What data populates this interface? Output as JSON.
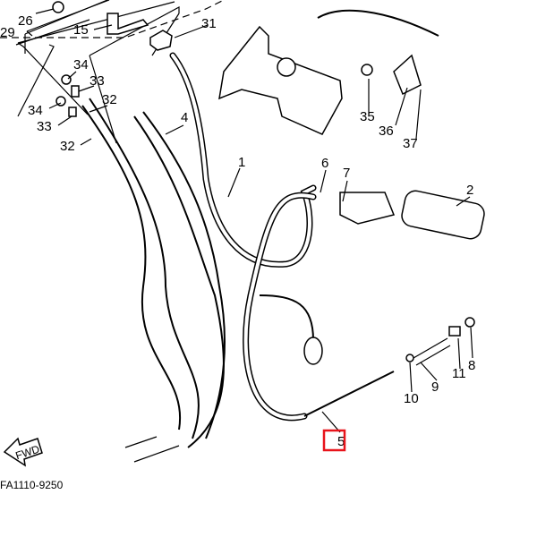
{
  "diagram": {
    "callouts": {
      "p26": "26",
      "p29": "29",
      "p15": "15",
      "p31": "31",
      "p34a": "34",
      "p33a": "33",
      "p32a": "32",
      "p34b": "34",
      "p33b": "33",
      "p32b": "32",
      "p4": "4",
      "p1": "1",
      "p6": "6",
      "p7": "7",
      "p2": "2",
      "p35": "35",
      "p36": "36",
      "p37": "37",
      "p8": "8",
      "p11": "11",
      "p9": "9",
      "p10": "10",
      "p5": "5"
    },
    "fwd_label": "FWD",
    "drawing_code": "FA1110-9250",
    "highlight_color": "#e8141b"
  }
}
